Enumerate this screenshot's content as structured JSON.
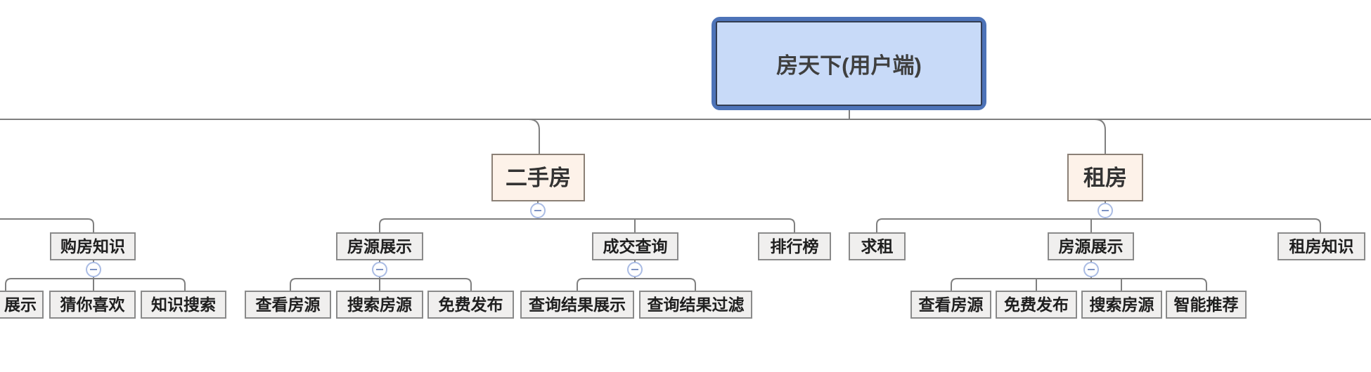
{
  "app": {
    "kind": "mind-map-canvas",
    "background": "#ffffff"
  },
  "colors": {
    "connector_line": "#7f7f7f",
    "node_fill": "#f0efee",
    "node_border": "#8a8a8a",
    "node_text": "#1f1f1f",
    "level2_fill": "#fdf2e9",
    "level2_border": "#8b8076",
    "root_fill": "#c8daf8",
    "root_outer_border": "#4d73b8",
    "root_inner_border": "#333d52",
    "collapse_ring": "#aabce4",
    "collapse_glyph": "#7e93c4"
  },
  "tree": {
    "label": "房天下(用户端)",
    "branches": [
      {
        "label": "二手房",
        "children": [
          {
            "label": "房源展示",
            "children": [
              {
                "label": "查看房源"
              },
              {
                "label": "搜索房源"
              },
              {
                "label": "免费发布"
              }
            ]
          },
          {
            "label": "成交查询",
            "children": [
              {
                "label": "查询结果展示"
              },
              {
                "label": "查询结果过滤"
              }
            ]
          },
          {
            "label": "排行榜",
            "children": []
          }
        ]
      },
      {
        "label": "租房",
        "children": [
          {
            "label": "求租",
            "children": []
          },
          {
            "label": "房源展示",
            "children": [
              {
                "label": "查看房源"
              },
              {
                "label": "免费发布"
              },
              {
                "label": "搜索房源"
              },
              {
                "label": "智能推荐"
              }
            ]
          },
          {
            "label": "租房知识",
            "children": []
          }
        ]
      }
    ],
    "partial_left_branch": {
      "label": "购房知识",
      "children": [
        {
          "label": "展示",
          "note_partially_cut_at_left_edge": true
        },
        {
          "label": "猜你喜欢"
        },
        {
          "label": "知识搜索"
        }
      ]
    }
  },
  "icons": {
    "collapse": "minus-circle"
  }
}
